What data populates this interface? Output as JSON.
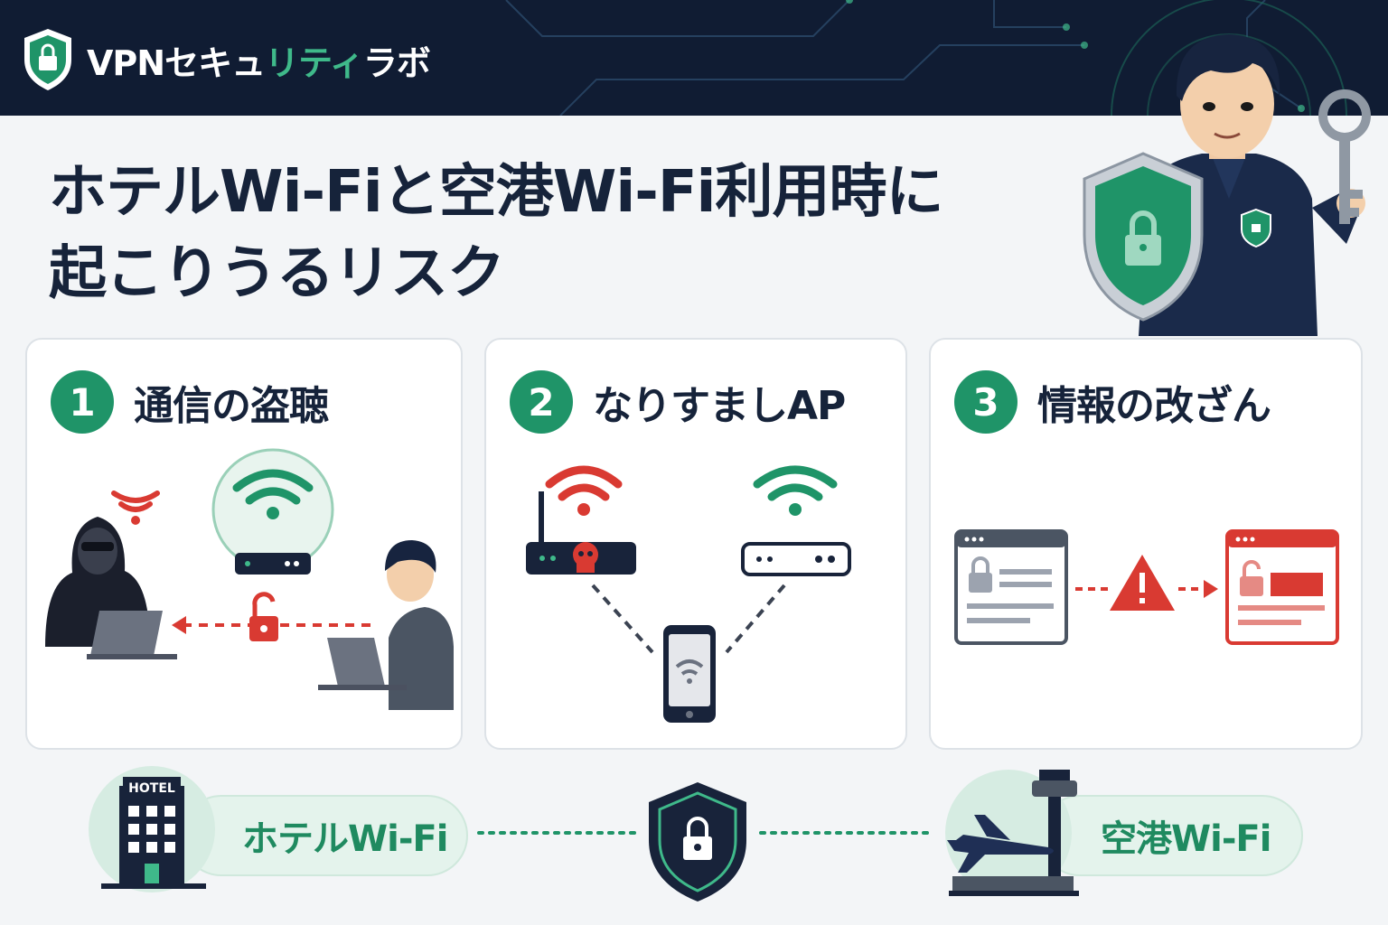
{
  "brand": {
    "name_part1": "VPNセキュ",
    "name_part2": "リティ",
    "name_part3": "ラボ",
    "icon": "shield-lock-icon"
  },
  "title": {
    "line1": "ホテルWi-Fiと空港Wi-Fi利用時に",
    "line2": "起こりうるリスク"
  },
  "risks": [
    {
      "number": "1",
      "label": "通信の盗聴",
      "icons": [
        "hacker-icon",
        "wifi-router-icon",
        "unlocked-padlock-icon",
        "user-laptop-icon"
      ]
    },
    {
      "number": "2",
      "label": "なりすましAP",
      "icons": [
        "malicious-router-icon",
        "legit-router-icon",
        "smartphone-icon"
      ]
    },
    {
      "number": "3",
      "label": "情報の改ざん",
      "icons": [
        "browser-window-icon",
        "warning-icon",
        "tampered-browser-icon"
      ]
    }
  ],
  "bottom": {
    "hotel_sign": "HOTEL",
    "hotel_label": "ホテルWi-Fi",
    "airport_label": "空港Wi-Fi",
    "center_icon": "shield-lock-icon"
  },
  "colors": {
    "header_bg": "#101c33",
    "accent_green": "#1f9468",
    "danger_red": "#d93a32",
    "text_dark": "#16233a"
  }
}
